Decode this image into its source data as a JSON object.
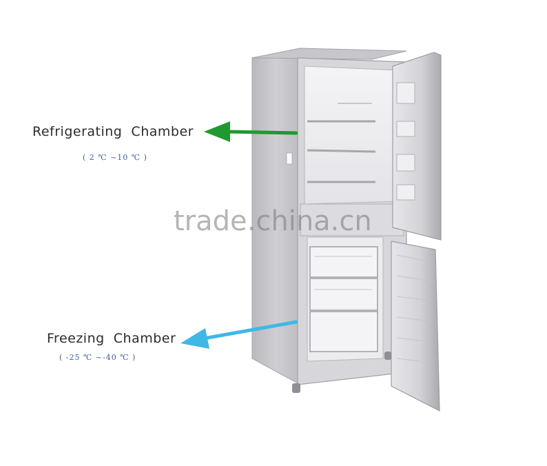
{
  "labels": {
    "refrigerating_chamber": "Refrigerating  Chamber",
    "refrigerating_temp": "( 2 ℃ ~10 ℃ )",
    "freezing_chamber": "Freezing  Chamber",
    "freezing_temp": "( -25 ℃ ~-40 ℃ )"
  },
  "watermark": "trade.china.cn",
  "colors": {
    "refrigerating_arrow": "#1f9a2e",
    "freezing_arrow": "#3fb8e6",
    "temp_text": "#3b5f98"
  },
  "icons": {
    "refrigerating_pointer": "arrow-left-icon",
    "freezing_pointer": "arrow-left-icon"
  }
}
